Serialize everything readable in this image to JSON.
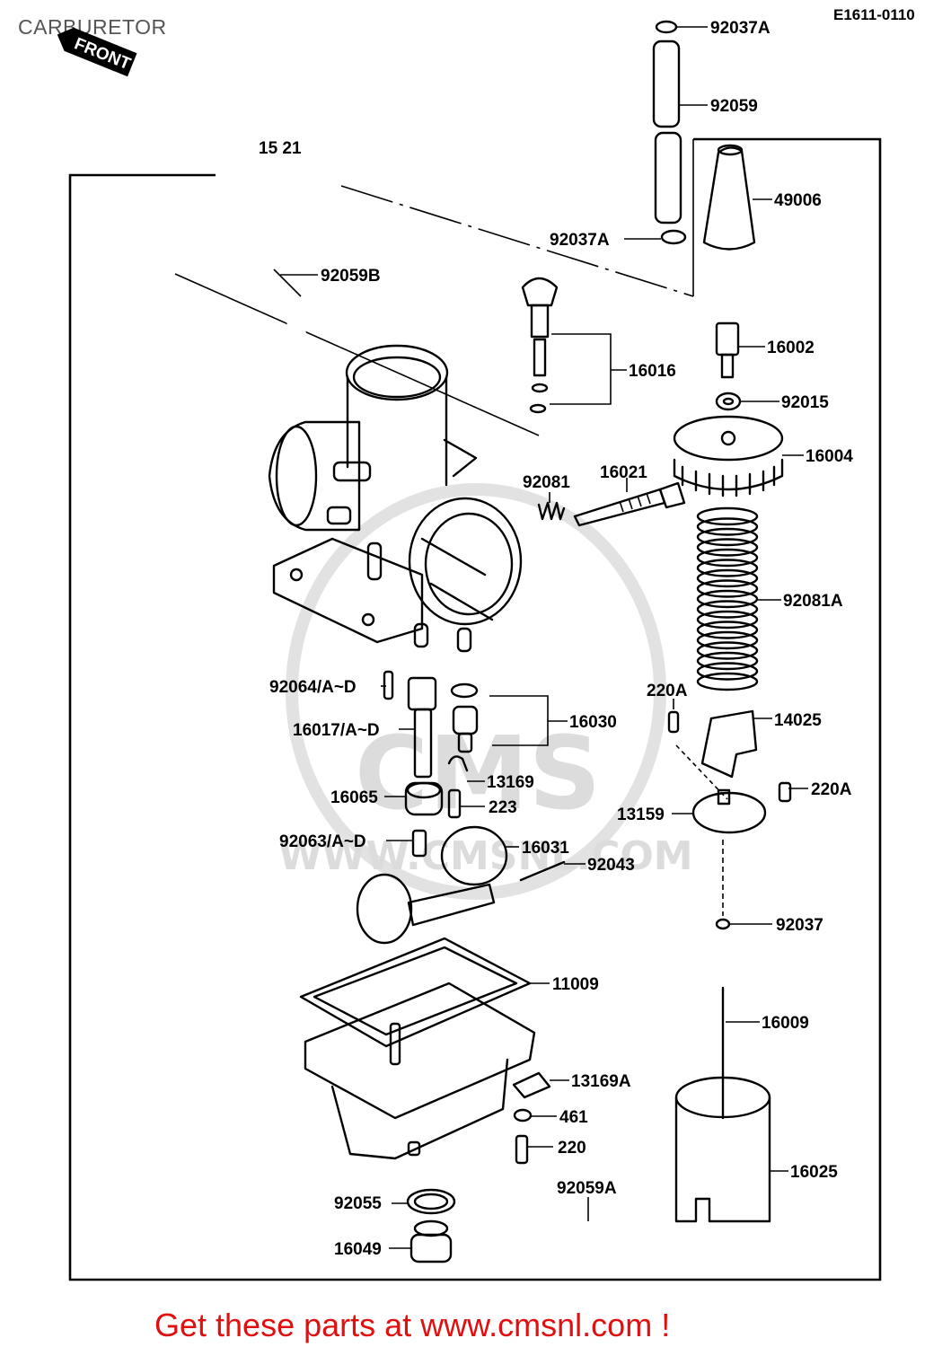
{
  "page": {
    "title": "CARBURETOR",
    "diagram_code": "E1611-0110",
    "front_label": "FRONT",
    "ref_note": "15 21",
    "footer_promo": "Get these parts at www.cmsnl.com !",
    "watermark_main": "CMS",
    "watermark_sub": "WWW.CMSNL.COM"
  },
  "callouts": [
    {
      "id": "92037A_top",
      "label": "92037A"
    },
    {
      "id": "92059",
      "label": "92059"
    },
    {
      "id": "49006",
      "label": "49006"
    },
    {
      "id": "92037A_bottom",
      "label": "92037A"
    },
    {
      "id": "92059B",
      "label": "92059B"
    },
    {
      "id": "16016",
      "label": "16016"
    },
    {
      "id": "16002",
      "label": "16002"
    },
    {
      "id": "92015",
      "label": "92015"
    },
    {
      "id": "16004",
      "label": "16004"
    },
    {
      "id": "92081",
      "label": "92081"
    },
    {
      "id": "16021",
      "label": "16021"
    },
    {
      "id": "92081A",
      "label": "92081A"
    },
    {
      "id": "92064",
      "label": "92064/A~D"
    },
    {
      "id": "16030",
      "label": "16030"
    },
    {
      "id": "220A_left",
      "label": "220A"
    },
    {
      "id": "14025",
      "label": "14025"
    },
    {
      "id": "16017",
      "label": "16017/A~D"
    },
    {
      "id": "13169",
      "label": "13169"
    },
    {
      "id": "16065",
      "label": "16065"
    },
    {
      "id": "223",
      "label": "223"
    },
    {
      "id": "220A_right",
      "label": "220A"
    },
    {
      "id": "13159",
      "label": "13159"
    },
    {
      "id": "92063",
      "label": "92063/A~D"
    },
    {
      "id": "16031",
      "label": "16031"
    },
    {
      "id": "92043",
      "label": "92043"
    },
    {
      "id": "92037",
      "label": "92037"
    },
    {
      "id": "11009",
      "label": "11009"
    },
    {
      "id": "16009",
      "label": "16009"
    },
    {
      "id": "13169A",
      "label": "13169A"
    },
    {
      "id": "461",
      "label": "461"
    },
    {
      "id": "220",
      "label": "220"
    },
    {
      "id": "16025",
      "label": "16025"
    },
    {
      "id": "92059A",
      "label": "92059A"
    },
    {
      "id": "92055",
      "label": "92055"
    },
    {
      "id": "16049",
      "label": "16049"
    }
  ],
  "colors": {
    "ink": "#000000",
    "title": "#555555",
    "promo": "#e01010",
    "watermark": "#dcdcdc"
  }
}
